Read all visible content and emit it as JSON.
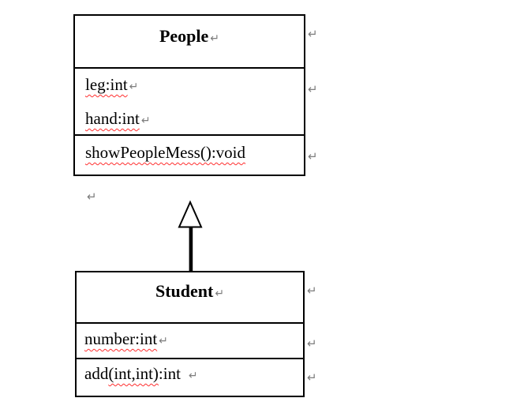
{
  "colors": {
    "page_bg": "#ffffff",
    "border": "#000000",
    "text": "#000000",
    "class_fill": "#ffffff",
    "spellcheck": "#ff2f2f",
    "mark": "#7d7d7d"
  },
  "marks": {
    "line_break": "↵"
  },
  "people_class": {
    "title": "People",
    "attributes": [
      "leg:int",
      "hand:int"
    ],
    "method": "showPeopleMess():void"
  },
  "student_class": {
    "title": "Student",
    "attributes": [
      "number:int"
    ],
    "method_pre": "add",
    "method_squiggle": "(int,int)",
    "method_post": ":int"
  },
  "relationship": "generalization"
}
